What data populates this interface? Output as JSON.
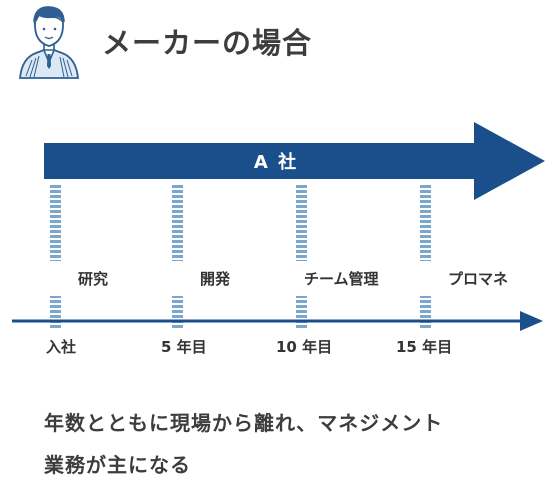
{
  "header": {
    "title": "メーカーの場合"
  },
  "company": {
    "label": "A 社"
  },
  "stages": [
    {
      "label": "研究"
    },
    {
      "label": "開発"
    },
    {
      "label": "チーム管理"
    },
    {
      "label": "プロマネ"
    }
  ],
  "years": [
    {
      "label": "入社"
    },
    {
      "label": "5 年目"
    },
    {
      "label": "10 年目"
    },
    {
      "label": "15 年目"
    }
  ],
  "caption": {
    "line1": "年数とともに現場から離れ、マネジメント",
    "line2": "業務が主になる"
  },
  "colors": {
    "arrow": "#1a4f8c",
    "dashes": "#7ba7cf",
    "text": "#3d3d3d"
  },
  "icons": {
    "person": "businessman-avatar-icon"
  }
}
